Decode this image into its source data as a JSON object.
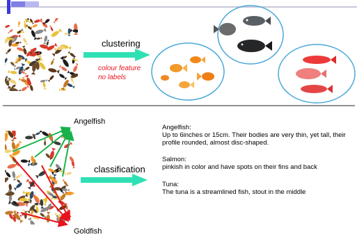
{
  "colors": {
    "arrow_cyan": "#2ee0b4",
    "ellipse_stroke": "#4aa8d8",
    "arrow_green": "#19b24a",
    "arrow_red": "#e8131c",
    "italic_red": "#e8131c",
    "divider": "#222222",
    "logo_blue": "#3a3ad6"
  },
  "clustering": {
    "label": "clustering",
    "feature_line1": "colour feature",
    "feature_line2": "no labels",
    "clusters": [
      "dark-fish-cluster",
      "goldfish-cluster",
      "red-fish-cluster"
    ]
  },
  "classification": {
    "label": "classification",
    "class_top": "Angelfish",
    "class_bottom": "Goldfish",
    "descriptions": [
      {
        "title": "Angelfish:",
        "body": "Up to 6inches or 15cm. Their bodies are very thin, yet tall, their profile rounded, almost disc-shaped."
      },
      {
        "title": "Salmon:",
        "body": "pinkish in color and have spots on their fins and back"
      },
      {
        "title": "Tuna:",
        "body": "The tuna is a streamlined fish, stout in the middle"
      }
    ]
  }
}
